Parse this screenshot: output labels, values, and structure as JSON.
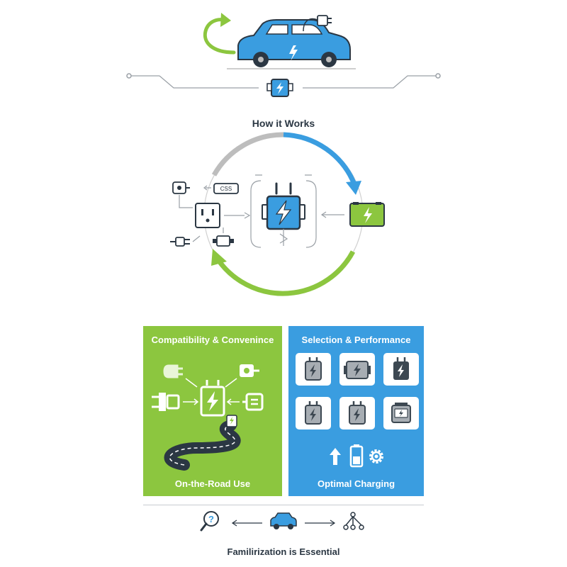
{
  "diagram": {
    "title": "How it Works",
    "connector_label": "CSS",
    "colors": {
      "blue": "#3a9de0",
      "green": "#8cc63f",
      "gray": "#bdbdbd",
      "dark": "#3d4852"
    },
    "icons": [
      "car-icon",
      "return-arrow-icon",
      "plug-icon",
      "adapter-icon",
      "wall-outlet-icon",
      "battery-icon",
      "connector-icon"
    ]
  },
  "left_panel": {
    "title": "Compatibility & Convenince",
    "footer": "On-the-Road Use"
  },
  "right_panel": {
    "title": "Selection & Performance",
    "footer": "Optimal Charging"
  },
  "footer": {
    "caption": "Familirization is Essential"
  }
}
